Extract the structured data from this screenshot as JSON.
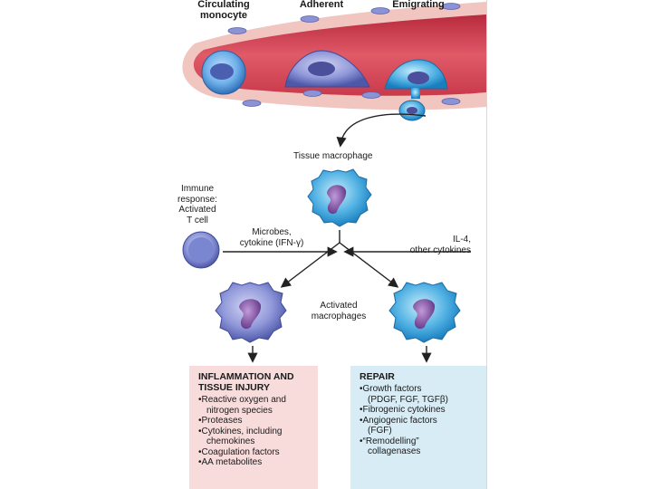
{
  "stages": {
    "circulating": "Circulating monocyte",
    "adherent": "Adherent",
    "emigrating": "Emigrating"
  },
  "labels": {
    "tissue_macrophage": "Tissue macrophage",
    "immune_response": [
      "Immune",
      "response:",
      "Activated",
      "T cell"
    ],
    "microbes": [
      "Microbes,",
      "cytokine (IFN-γ)"
    ],
    "il4": [
      "IL-4,",
      "other cytokines"
    ],
    "activated": [
      "Activated",
      "macrophages"
    ]
  },
  "inflammation": {
    "title": [
      "INFLAMMATION AND",
      "TISSUE INJURY"
    ],
    "items": [
      [
        "Reactive oxygen and",
        "nitrogen species"
      ],
      [
        "Proteases"
      ],
      [
        "Cytokines, including",
        "chemokines"
      ],
      [
        "Coagulation factors"
      ],
      [
        "AA metabolites"
      ]
    ]
  },
  "repair": {
    "title": [
      "REPAIR"
    ],
    "items": [
      [
        "Growth factors",
        "(PDGF, FGF, TGFβ)"
      ],
      [
        "Fibrogenic cytokines"
      ],
      [
        "Angiogenic factors",
        "(FGF)"
      ],
      [
        "“Remodelling”",
        "collagenases"
      ]
    ]
  },
  "colors": {
    "inflammation_bg": "#f8dcdc",
    "repair_bg": "#d8ecf6",
    "vessel_lumen": "#d9485a",
    "vessel_wall": "#f2c9c4",
    "cell_blue": "#5b93d6",
    "nucleus": "#6a3d8f"
  }
}
